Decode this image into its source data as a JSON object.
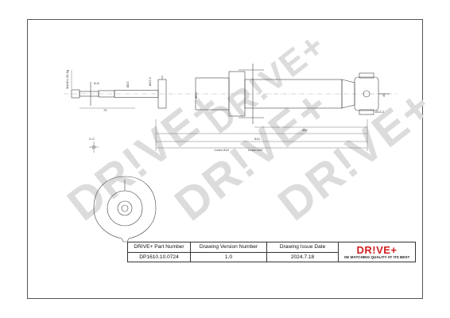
{
  "watermark": {
    "text": "DR!VE+"
  },
  "title_block": {
    "part_number_label": "DRIVE+ Part Number",
    "part_number": "DP1610.10.0724",
    "drawing_version_label": "Drawing Version Number",
    "drawing_version": "1.0",
    "drawing_issue_label": "Drawing Issue Date",
    "drawing_issue_date": "2024.7.18",
    "logo_text": "DR!VE+",
    "logo_tagline": "OE MATCHING QUALITY AT ITS BEST"
  },
  "dimensions": {
    "overall_length": "514",
    "body_length": "382",
    "min_length": "Lmin=314",
    "max_length": "Lmax=487",
    "thread": "M10X1.25-6g",
    "rod_dia": "Ø22",
    "body_dia": "Ø50",
    "eye_dia": "Ø12.2",
    "eye_width": "40",
    "section_a": "A-A",
    "section_c": "C-C",
    "rod_len": "70"
  },
  "colors": {
    "brand_red": "#d11f1f",
    "line": "#444444",
    "watermark": "#dcdcdc"
  }
}
